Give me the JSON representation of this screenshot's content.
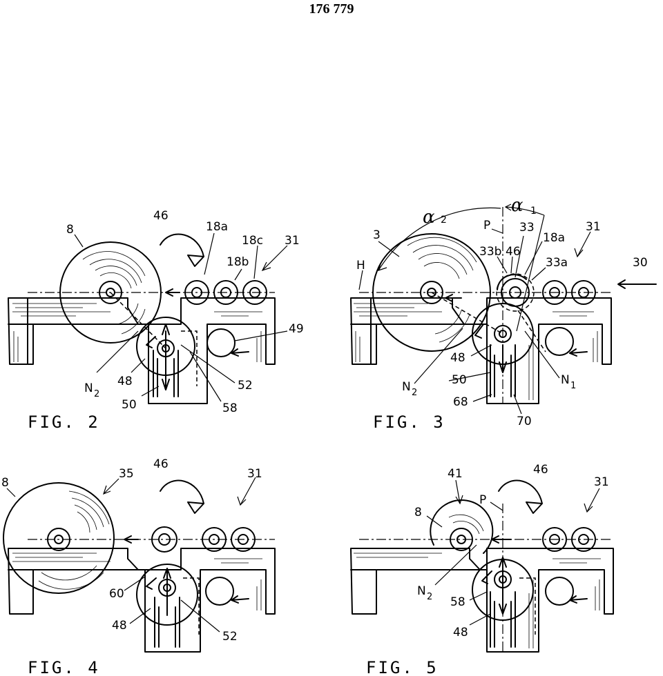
{
  "page_number": "176 779",
  "figures": [
    {
      "caption": "FIG. 2",
      "labels": [
        "8",
        "46",
        "18a",
        "18c",
        "31",
        "18b",
        "49",
        "N",
        "2",
        "48",
        "52",
        "50",
        "58"
      ]
    },
    {
      "caption": "FIG. 3",
      "labels": [
        "3",
        "P",
        "33",
        "31",
        "33b",
        "46",
        "18a",
        "H",
        "33a",
        "30",
        "48",
        "N",
        "2",
        "50",
        "N",
        "1",
        "68",
        "70"
      ]
    },
    {
      "caption": "FIG. 4",
      "labels": [
        "8",
        "35",
        "46",
        "31",
        "60",
        "48",
        "52"
      ]
    },
    {
      "caption": "FIG. 5",
      "labels": [
        "41",
        "46",
        "31",
        "P",
        "8",
        "N",
        "2",
        "58",
        "48"
      ]
    }
  ],
  "greek": [
    "α",
    "2",
    "α",
    "1"
  ]
}
